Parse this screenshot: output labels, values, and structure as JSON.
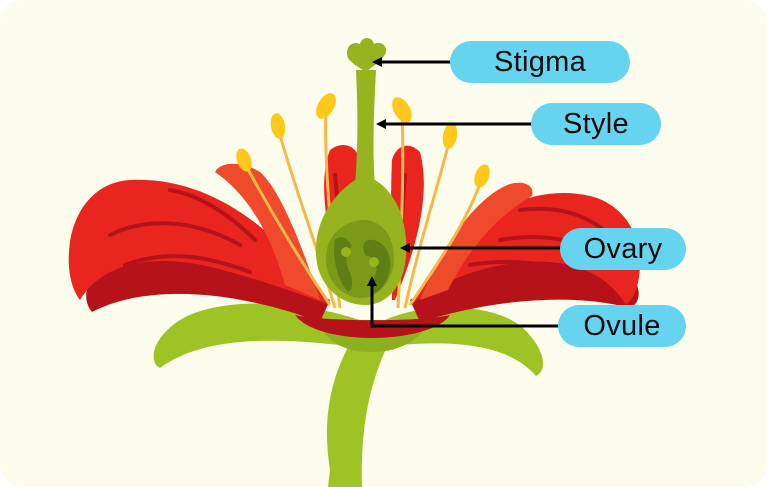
{
  "diagram": {
    "labels": {
      "stigma": "Stigma",
      "style": "Style",
      "ovary": "Ovary",
      "ovule": "Ovule"
    }
  },
  "colors": {
    "background": "#fcfdec",
    "label_bg": "#66d4ef",
    "petal_red": "#e8261f",
    "petal_dark": "#b5121a",
    "pistil_green": "#98b320",
    "ovary_inner": "#5f7f16",
    "sepal_green": "#9dc324",
    "stamen_yellow": "#ffc81a",
    "arrow": "#000000"
  }
}
